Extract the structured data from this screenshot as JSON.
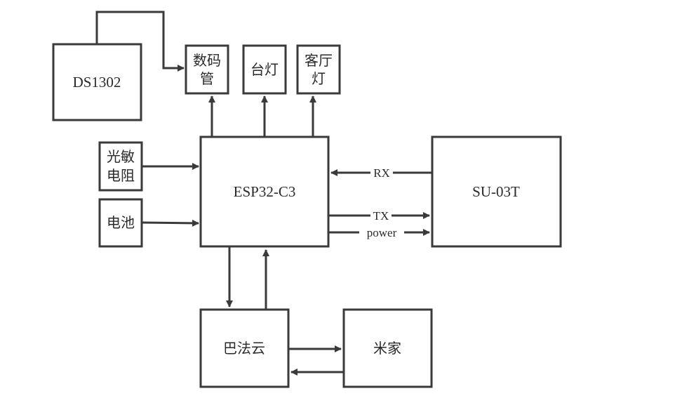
{
  "nodes": {
    "ds1302": {
      "lines": [
        "DS1302"
      ]
    },
    "display": {
      "lines": [
        "数码",
        "管"
      ]
    },
    "desk_lamp": {
      "lines": [
        "台灯"
      ]
    },
    "living_light": {
      "lines": [
        "客厅",
        "灯"
      ]
    },
    "photoresistor": {
      "lines": [
        "光敏",
        "电阻"
      ]
    },
    "battery": {
      "lines": [
        "电池"
      ]
    },
    "esp32": {
      "lines": [
        "ESP32-C3"
      ]
    },
    "su03t": {
      "lines": [
        "SU-03T"
      ]
    },
    "bafayun": {
      "lines": [
        "巴法云"
      ]
    },
    "mijia": {
      "lines": [
        "米家"
      ]
    }
  },
  "edges": {
    "rx": {
      "label": "RX"
    },
    "tx": {
      "label": "TX"
    },
    "power": {
      "label": "power"
    }
  }
}
